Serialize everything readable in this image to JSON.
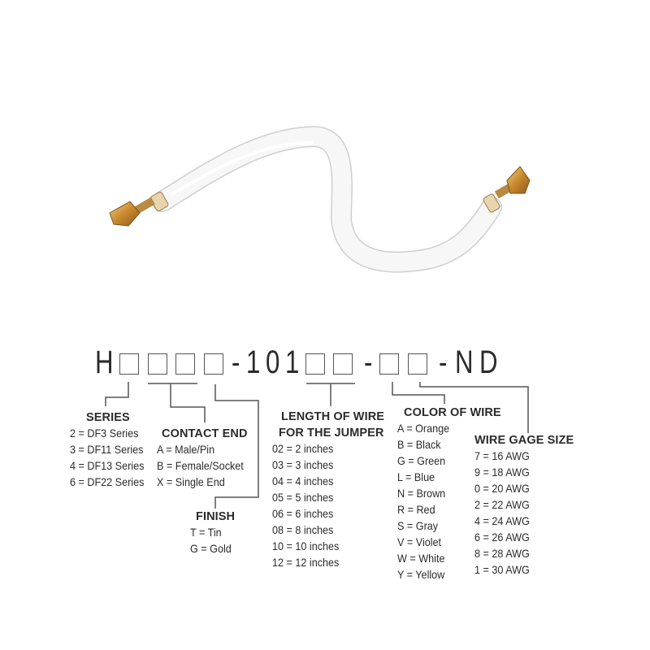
{
  "product_image": {
    "description": "White jumper wire with gold-plated crimp contacts on both ends",
    "wire_color": "#f4f4f4",
    "contact_color": "#c8953a"
  },
  "part_number": {
    "prefix": "H",
    "middle": "-101",
    "sep": "-",
    "suffix": "-ND",
    "chars": [
      "H",
      "-",
      "1",
      "0",
      "1",
      "-",
      "-",
      "N",
      "D"
    ],
    "box_count": 8
  },
  "sections": {
    "series": {
      "title": "SERIES",
      "items": [
        "2 = DF3 Series",
        "3 = DF11 Series",
        "4 = DF13 Series",
        "6 = DF22 Series"
      ]
    },
    "contact_end": {
      "title": "CONTACT END",
      "items": [
        "A = Male/Pin",
        "B = Female/Socket",
        "X = Single End"
      ]
    },
    "finish": {
      "title": "FINISH",
      "items": [
        "T = Tin",
        "G = Gold"
      ]
    },
    "length": {
      "title_line1": "LENGTH OF WIRE",
      "title_line2": "FOR THE JUMPER",
      "items": [
        "02 = 2 inches",
        "03 = 3 inches",
        "04 = 4 inches",
        "05 = 5 inches",
        "06 = 6 inches",
        "08 = 8 inches",
        "10 = 10 inches",
        "12 = 12 inches"
      ]
    },
    "color": {
      "title": "COLOR OF WIRE",
      "items": [
        "A = Orange",
        "B = Black",
        "G = Green",
        "L = Blue",
        "N = Brown",
        "R = Red",
        "S = Gray",
        "V = Violet",
        "W = White",
        "Y = Yellow"
      ]
    },
    "gage": {
      "title": "WIRE GAGE SIZE",
      "items": [
        "7 = 16 AWG",
        "9 = 18 AWG",
        "0 = 20 AWG",
        "2 = 22 AWG",
        "4 = 24 AWG",
        "6 = 26 AWG",
        "8 = 28 AWG",
        "1 = 30 AWG"
      ]
    }
  }
}
